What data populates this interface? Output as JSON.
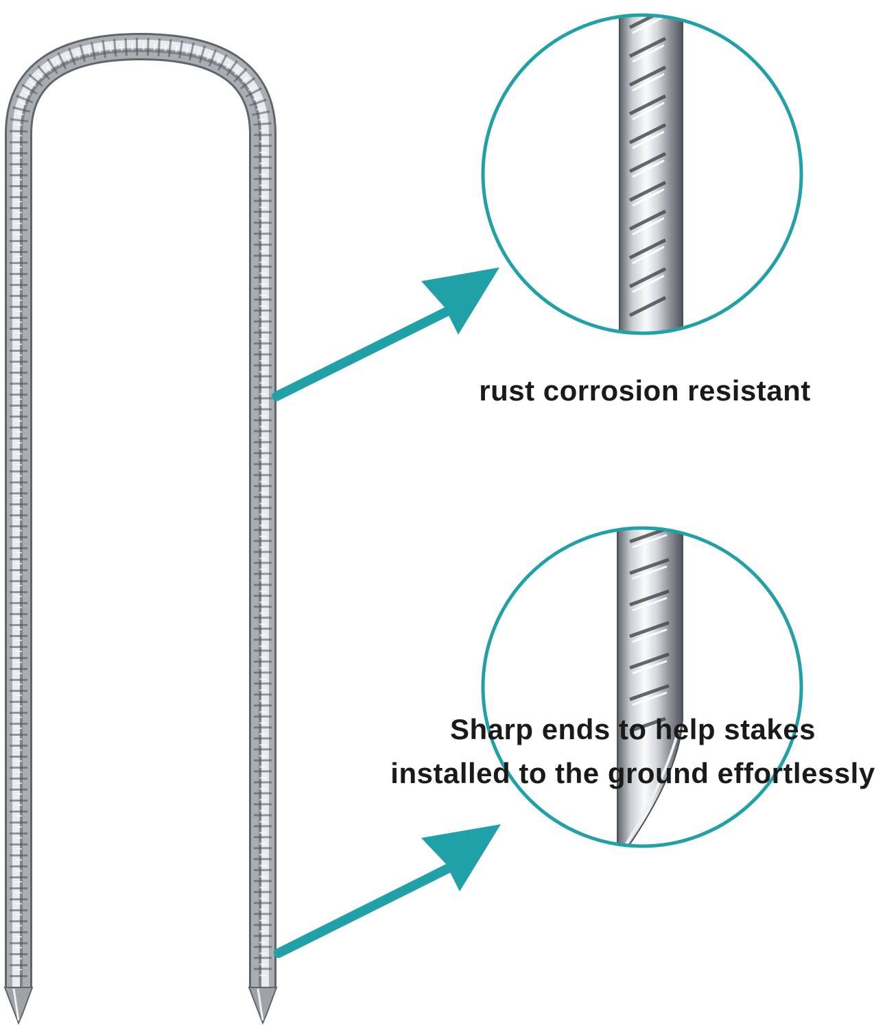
{
  "colors": {
    "accent": "#20a1a8",
    "metal_light": "#eef0f2",
    "metal_mid": "#b8bdc2",
    "metal_dark": "#6e747a",
    "text": "#1a1a1a"
  },
  "callouts": [
    {
      "caption_lines": [
        "rust corrosion resistant"
      ]
    },
    {
      "caption_lines": [
        "Sharp ends to help stakes",
        "installed to the ground effortlessly"
      ]
    }
  ]
}
